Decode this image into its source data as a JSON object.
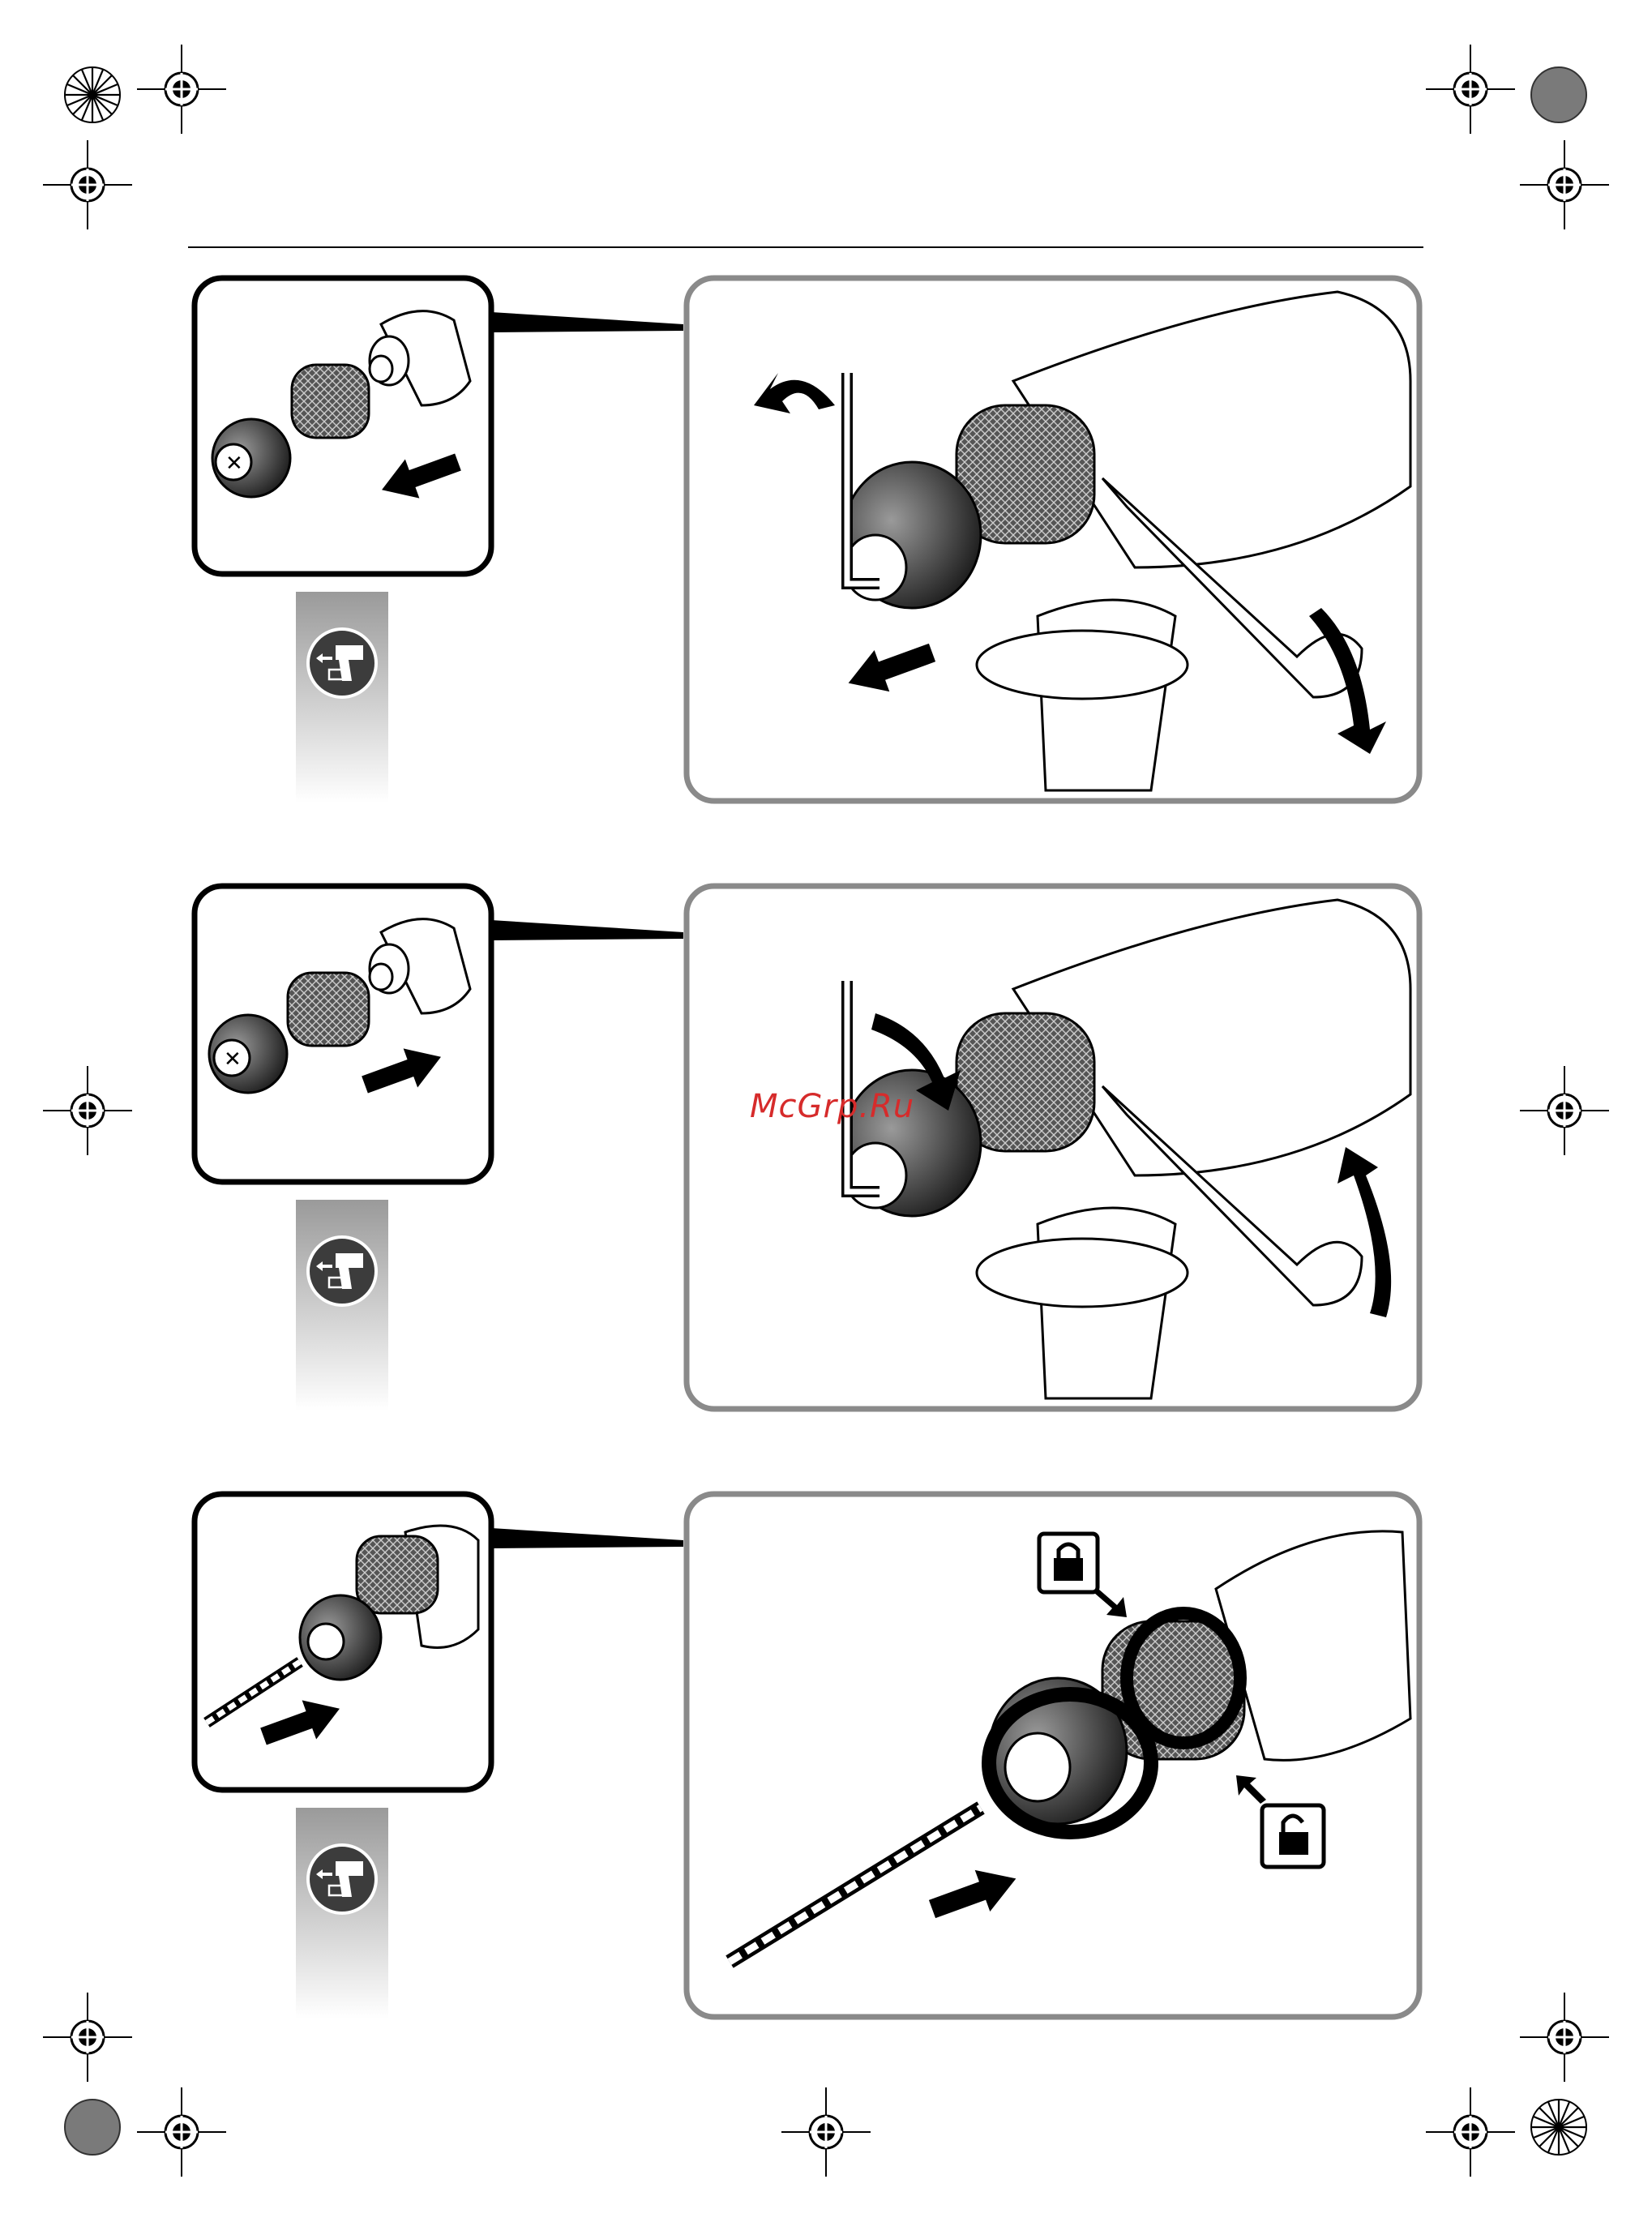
{
  "watermark": {
    "text": "McGrp.Ru",
    "color": "#d62b2b"
  },
  "steps": [
    {
      "id": "remove-chuck",
      "inset_arrow": "pull-out-left",
      "tool_icon": "battery-drill-remove-icon"
    },
    {
      "id": "mount-chuck",
      "inset_arrow": "push-in-right",
      "tool_icon": "battery-drill-remove-icon"
    },
    {
      "id": "insert-bit",
      "inset_arrow": "push-in-right",
      "tool_icon": "battery-drill-remove-icon",
      "lock_icon": "padlock-closed-icon",
      "unlock_icon": "padlock-open-icon"
    }
  ],
  "colors": {
    "frame": "#8a8a8a",
    "ink": "#000000",
    "chuck_dark": "#3a3a3a"
  }
}
